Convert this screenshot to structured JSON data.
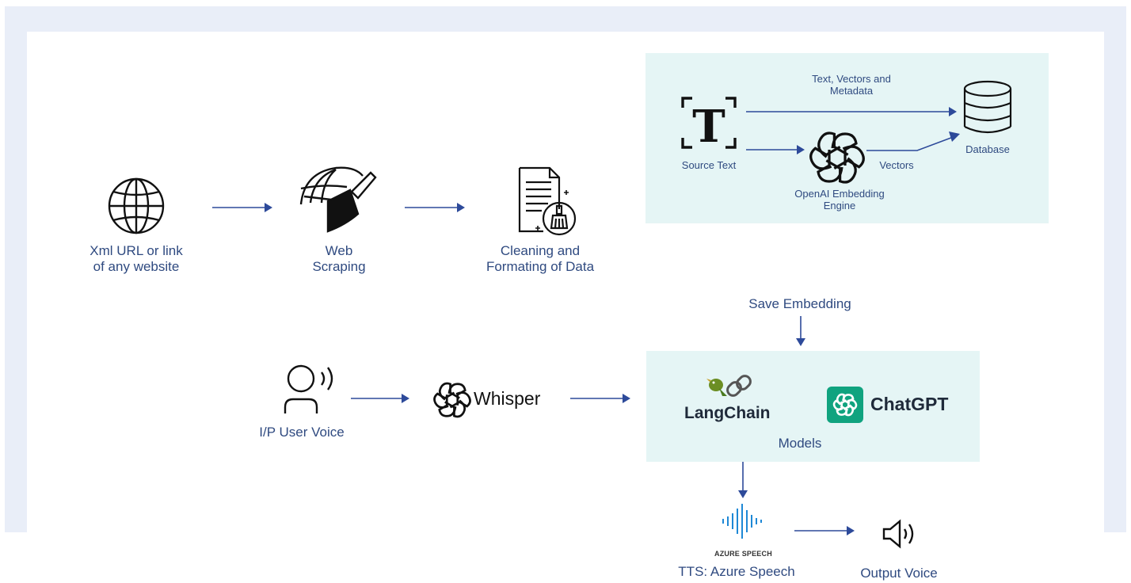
{
  "pipeline": {
    "source_label": "Xml URL or link\nof any website",
    "scraping_label": "Web\nScraping",
    "cleaning_label": "Cleaning and\nFormating of Data"
  },
  "embedding": {
    "flow_label": "Text, Vectors and\nMetadata",
    "source_text_label": "Source Text",
    "database_label": "Database",
    "vectors_label": "Vectors",
    "engine_label": "OpenAI Embedding\nEngine"
  },
  "save_embedding_label": "Save Embedding",
  "voice": {
    "input_label": "I/P User Voice",
    "whisper_label": "Whisper"
  },
  "models": {
    "langchain_label": "LangChain",
    "chatgpt_label": "ChatGPT",
    "models_label": "Models"
  },
  "output": {
    "azure_caption": "AZURE SPEECH",
    "tts_label": "TTS: Azure Speech",
    "output_label": "Output Voice"
  },
  "colors": {
    "arrow": "#2d4a9a",
    "label": "#2f4a80",
    "box": "#e5f5f5",
    "chatgpt_green": "#10a37f",
    "azure_blue": "#1e88d6"
  }
}
